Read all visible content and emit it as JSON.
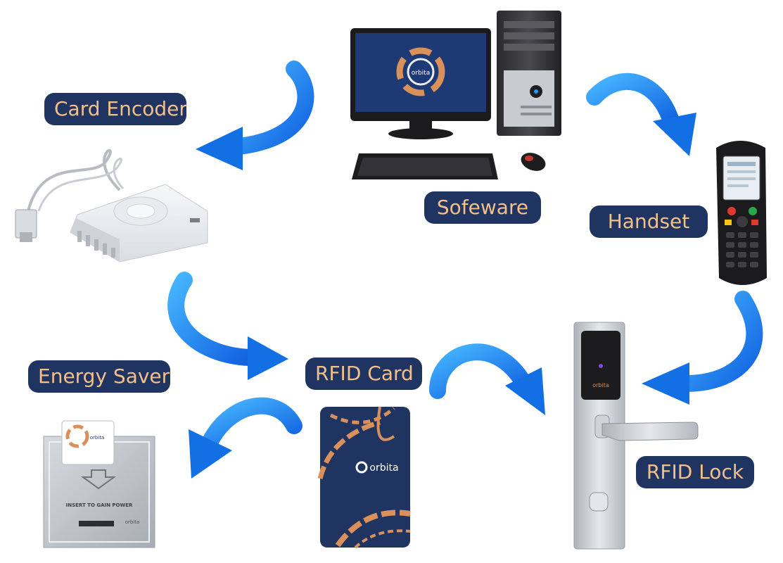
{
  "colors": {
    "label_bg": "#1f3460",
    "label_text": "#f3c08b",
    "arrow": "#1473e6",
    "arrow_highlight": "#39a8ff",
    "card_navy": "#1f3460",
    "brand_orange": "#d9905a",
    "screen_blue": "#1e3a75",
    "steel": "#c9cdd2"
  },
  "labels": {
    "card_encoder": "Card Encoder",
    "software": "Sofeware",
    "handset": "Handset",
    "energy_saver": "Energy Saver",
    "rfid_card": "RFID Card",
    "rfid_lock": "RFID Lock"
  },
  "device_text": {
    "brand": "orbita",
    "insert_notice": "INSERT TO GAIN POWER"
  },
  "icons": {
    "arrow": "curved-arrow-icon",
    "computer": "desktop-computer-icon",
    "encoder": "card-encoder-icon",
    "handset": "handheld-terminal-icon",
    "energy_saver": "energy-saver-switch-icon",
    "card": "rfid-card-icon",
    "lock": "door-lock-icon"
  }
}
